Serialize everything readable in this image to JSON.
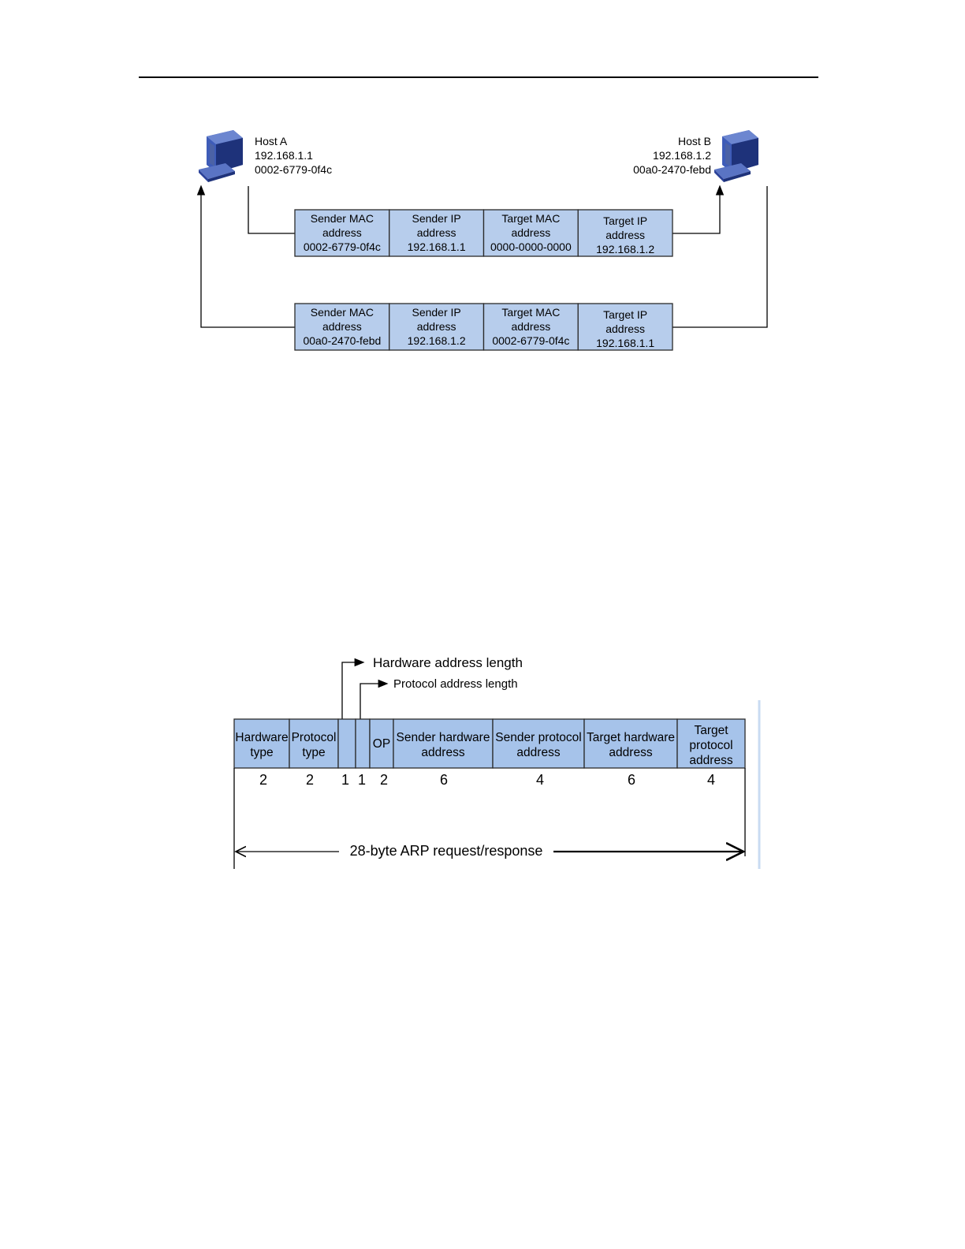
{
  "colors": {
    "cell_fill": "#b7cdec",
    "cell_fill_bottom": "#a6c3ea",
    "cell_border": "#2b2b2b",
    "monitor_body": "#3e5cb8",
    "monitor_dark": "#1e327a",
    "monitor_screen": "#4b62a6",
    "guide_line": "#c9dbf2",
    "line": "#000000"
  },
  "figure1": {
    "host_a": {
      "name": "Host A",
      "ip": "192.168.1.1",
      "mac": "0002-6779-0f4c",
      "icon": "computer-icon"
    },
    "host_b": {
      "name": "Host B",
      "ip": "192.168.1.2",
      "mac": "00a0-2470-febd",
      "icon": "computer-icon"
    },
    "request_packet": {
      "cells": [
        {
          "lines": [
            "Sender MAC",
            "address",
            "0002-6779-0f4c"
          ]
        },
        {
          "lines": [
            "Sender IP",
            "address",
            "192.168.1.1"
          ]
        },
        {
          "lines": [
            "Target MAC",
            "address",
            "0000-0000-0000"
          ]
        },
        {
          "lines": [
            "Target IP",
            "address",
            "192.168.1.2"
          ]
        }
      ]
    },
    "reply_packet": {
      "cells": [
        {
          "lines": [
            "Sender MAC",
            "address",
            "00a0-2470-febd"
          ]
        },
        {
          "lines": [
            "Sender IP",
            "address",
            "192.168.1.2"
          ]
        },
        {
          "lines": [
            "Target MAC",
            "address",
            "0002-6779-0f4c"
          ]
        },
        {
          "lines": [
            "Target IP",
            "address",
            "192.168.1.1"
          ]
        }
      ]
    }
  },
  "figure2": {
    "callout_hw_len": "Hardware address length",
    "callout_proto_len": "Protocol address length",
    "fields": [
      {
        "lines": [
          "Hardware",
          "type"
        ],
        "size": "2"
      },
      {
        "lines": [
          "Protocol",
          "type"
        ],
        "size": "2"
      },
      {
        "lines": [],
        "size": "1"
      },
      {
        "lines": [],
        "size": "1"
      },
      {
        "lines": [
          "OP"
        ],
        "size": "2"
      },
      {
        "lines": [
          "Sender hardware",
          "address"
        ],
        "size": "6"
      },
      {
        "lines": [
          "Sender protocol",
          "address"
        ],
        "size": "4"
      },
      {
        "lines": [
          "Target hardware",
          "address"
        ],
        "size": "6"
      },
      {
        "lines": [
          "Target",
          "protocol",
          "address"
        ],
        "size": "4"
      }
    ],
    "total_label": "28-byte ARP request/response"
  }
}
